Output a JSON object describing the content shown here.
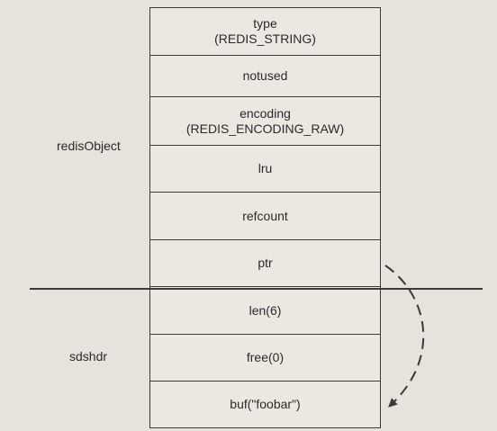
{
  "redisObject": {
    "label": "redisObject",
    "fields": {
      "type_line1": "type",
      "type_line2": "(REDIS_STRING)",
      "notused": "notused",
      "encoding_line1": "encoding",
      "encoding_line2": "(REDIS_ENCODING_RAW)",
      "lru": "lru",
      "refcount": "refcount",
      "ptr": "ptr"
    }
  },
  "sdshdr": {
    "label": "sdshdr",
    "fields": {
      "len": "len(6)",
      "free": "free(0)",
      "buf": "buf(\"foobar\")"
    }
  },
  "colors": {
    "background": "#e6e3dd",
    "line": "#3a3a3a",
    "text": "#2a2a2a"
  },
  "arrow": {
    "style": "dashed",
    "from": "ptr",
    "to": "buf"
  }
}
